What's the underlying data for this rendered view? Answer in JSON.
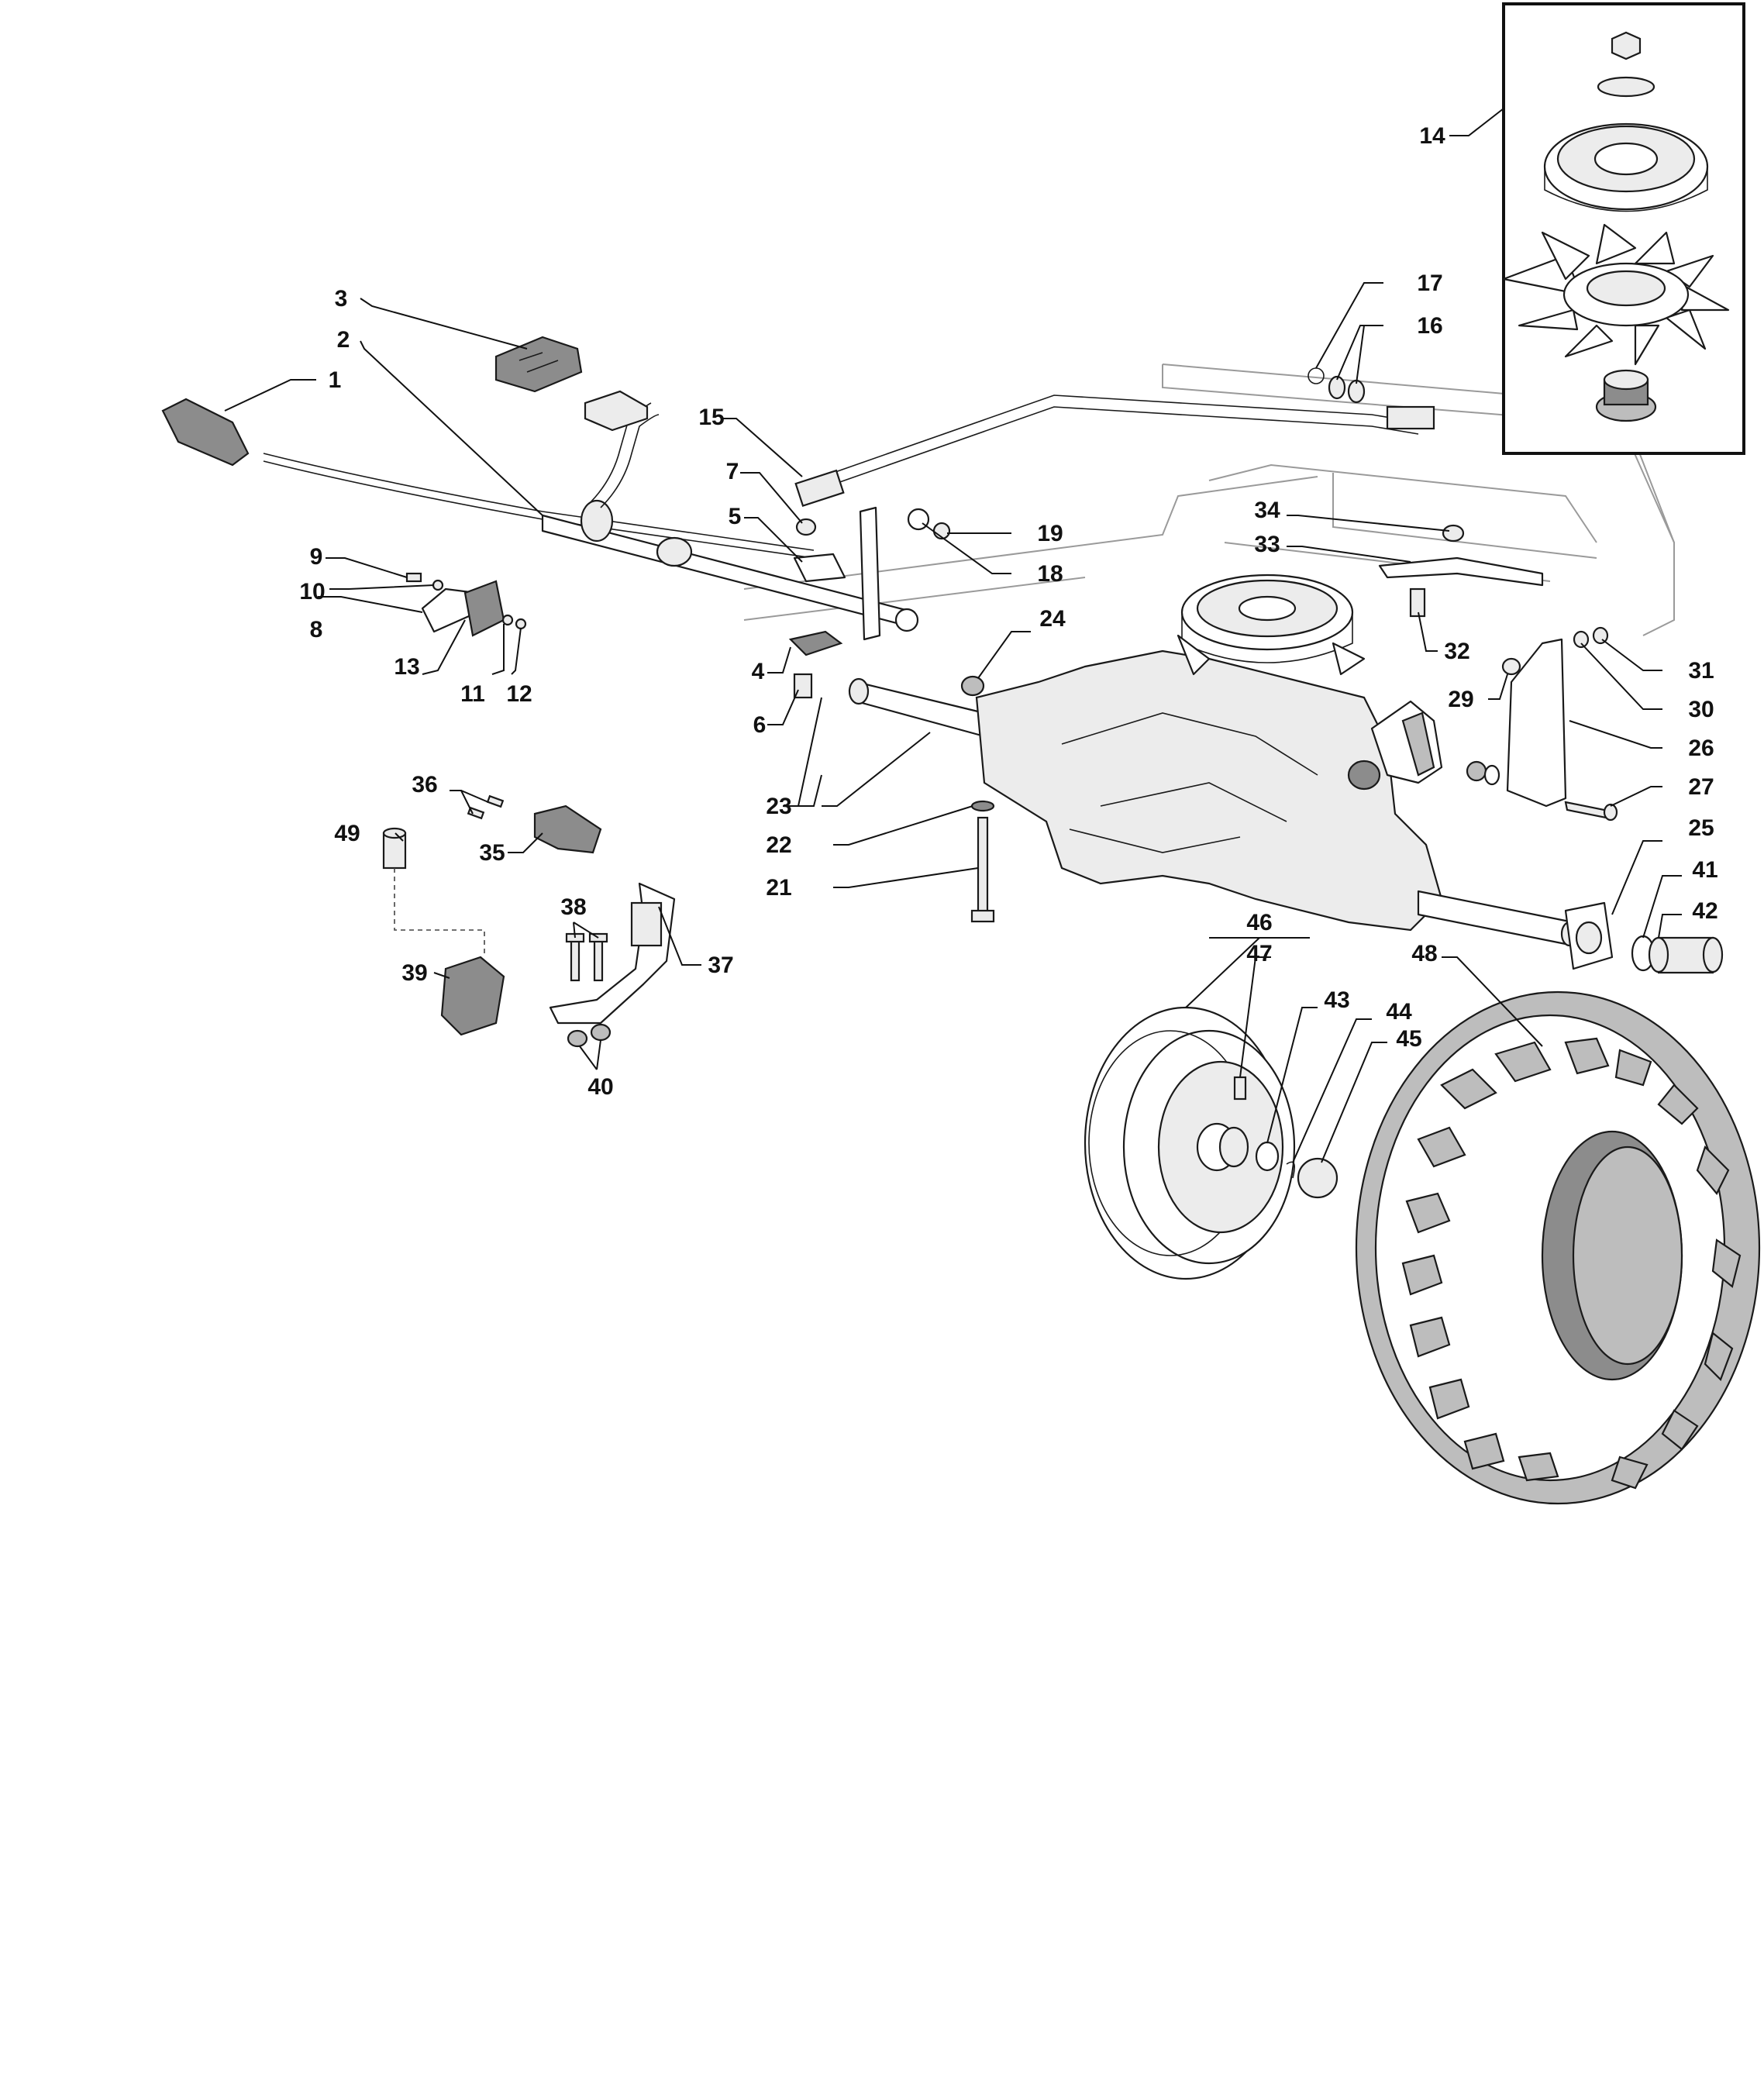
{
  "diagram": {
    "callouts": {
      "c1": "1",
      "c2": "2",
      "c3": "3",
      "c4": "4",
      "c5": "5",
      "c6": "6",
      "c7": "7",
      "c8": "8",
      "c9": "9",
      "c10": "10",
      "c11": "11",
      "c12": "12",
      "c13": "13",
      "c14": "14",
      "c15": "15",
      "c16": "16",
      "c17": "17",
      "c18": "18",
      "c19": "19",
      "c21": "21",
      "c22": "22",
      "c23": "23",
      "c24": "24",
      "c25": "25",
      "c26": "26",
      "c27": "27",
      "c29": "29",
      "c30": "30",
      "c31": "31",
      "c32": "32",
      "c33": "33",
      "c34": "34",
      "c35": "35",
      "c36": "36",
      "c37": "37",
      "c38": "38",
      "c39": "39",
      "c40": "40",
      "c41": "41",
      "c42": "42",
      "c43": "43",
      "c44": "44",
      "c45": "45",
      "c46": "46",
      "c47": "47",
      "c48": "48",
      "c49": "49"
    },
    "colors": {
      "line": "#1a1a1a",
      "shade_dark": "#8c8c8c",
      "shade_mid": "#bdbdbd",
      "frame_outline": "#9a9a9a",
      "background": "#ffffff"
    }
  }
}
